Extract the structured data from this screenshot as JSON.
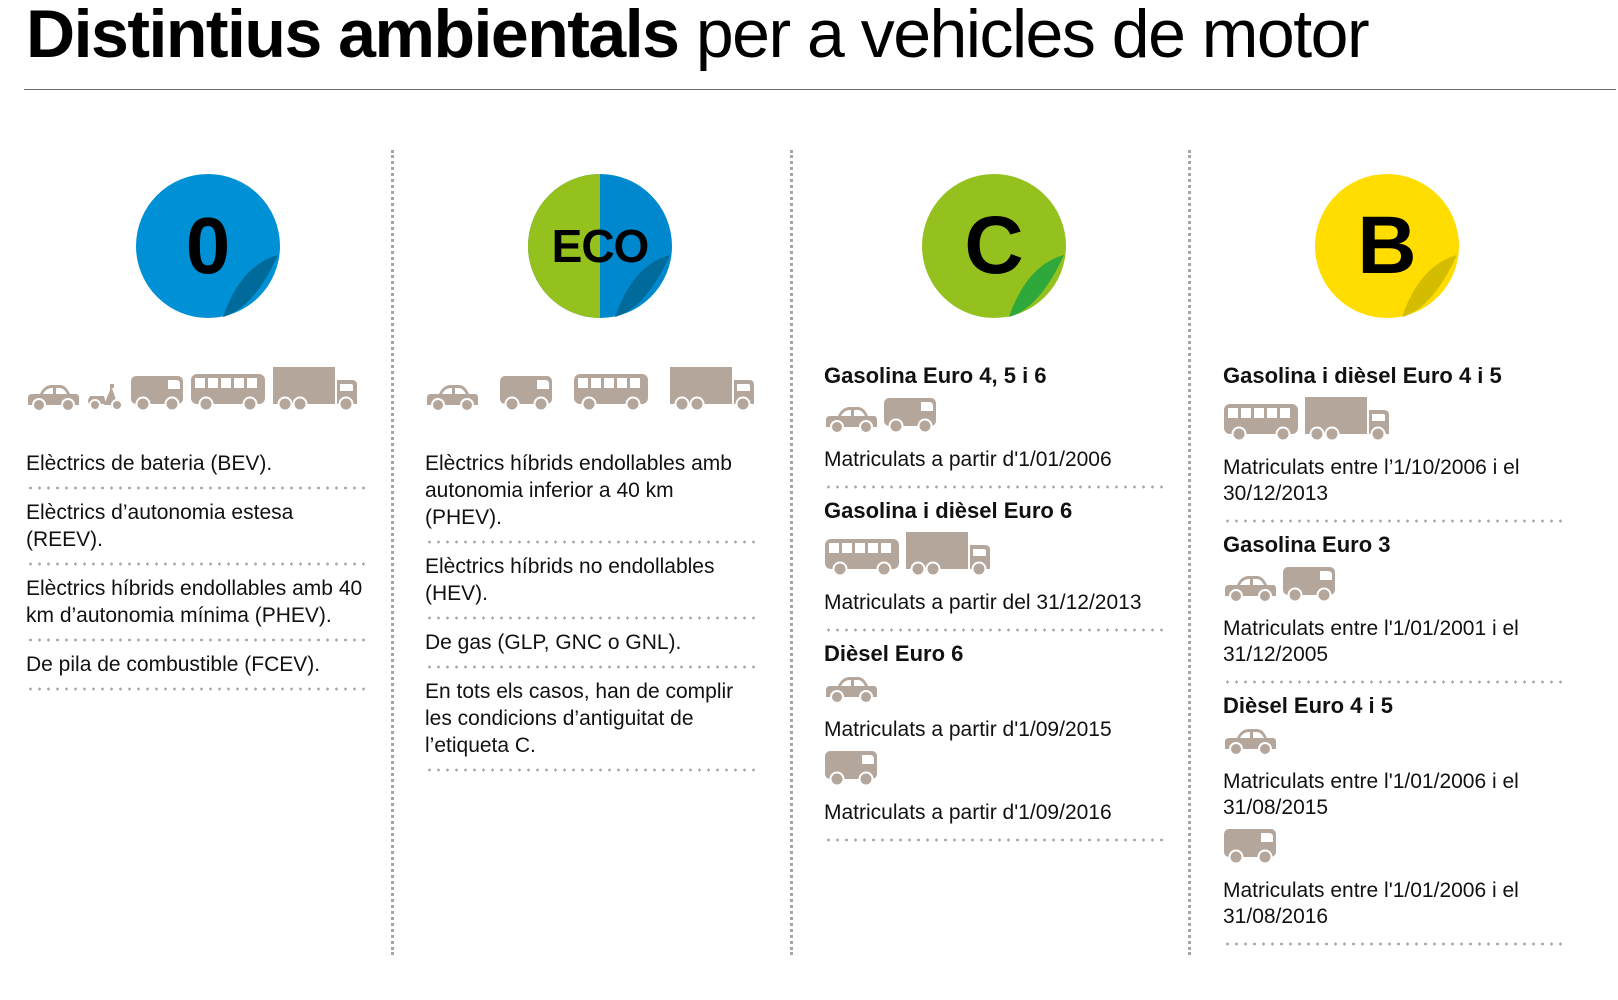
{
  "header": {
    "title_bold": "Distintius ambientals",
    "title_light": " per a vehicles de motor"
  },
  "colors": {
    "blue": "#0090d5",
    "blue_fold": "#006a9a",
    "green": "#95c11f",
    "green_fold": "#2fa83b",
    "yellow": "#ffdd00",
    "yellow_fold": "#d4bd00",
    "vehicle": "#b5a69b"
  },
  "badges": [
    {
      "label": "0",
      "vehicles": [
        "car",
        "scooter",
        "van",
        "bus",
        "truck"
      ],
      "items": [
        "Elèctrics de bateria (BEV).",
        "Elèctrics d’autonomia estesa (REEV).",
        "Elèctrics híbrids endollables amb 40 km d’autonomia mínima (PHEV).",
        "De pila de combustible (FCEV)."
      ]
    },
    {
      "label": "ECO",
      "vehicles": [
        "car",
        "van",
        "bus",
        "truck"
      ],
      "items": [
        "Elèctrics híbrids endollables amb autonomia inferior a 40 km (PHEV).",
        "Elèctrics híbrids no endollables (HEV).",
        "De gas (GLP, GNC o GNL).",
        "En tots els casos, han de complir les condicions d’antiguitat de l’etiqueta C."
      ]
    },
    {
      "label": "C",
      "groups": [
        {
          "title": "Gasolina Euro 4, 5 i 6",
          "entries": [
            {
              "vehicles": [
                "car",
                "van"
              ],
              "date": "Matriculats a partir d'1/01/2006"
            }
          ]
        },
        {
          "title": "Gasolina i dièsel Euro 6",
          "entries": [
            {
              "vehicles": [
                "bus",
                "truck"
              ],
              "date": "Matriculats a partir del 31/12/2013"
            }
          ]
        },
        {
          "title": "Dièsel Euro 6",
          "entries": [
            {
              "vehicles": [
                "car"
              ],
              "date": "Matriculats a partir d'1/09/2015"
            },
            {
              "vehicles": [
                "van"
              ],
              "date": "Matriculats a partir d'1/09/2016"
            }
          ]
        }
      ]
    },
    {
      "label": "B",
      "groups": [
        {
          "title": "Gasolina i dièsel Euro 4 i 5",
          "entries": [
            {
              "vehicles": [
                "bus",
                "truck"
              ],
              "date": "Matriculats entre l’1/10/2006 i el 30/12/2013"
            }
          ]
        },
        {
          "title": "Gasolina Euro 3",
          "entries": [
            {
              "vehicles": [
                "car",
                "van"
              ],
              "date": "Matriculats entre l'1/01/2001 i el 31/12/2005"
            }
          ]
        },
        {
          "title": "Dièsel Euro 4 i 5",
          "entries": [
            {
              "vehicles": [
                "car"
              ],
              "date": "Matriculats entre l'1/01/2006 i el 31/08/2015"
            },
            {
              "vehicles": [
                "van"
              ],
              "date": "Matriculats entre l'1/01/2006 i el 31/08/2016"
            }
          ]
        }
      ]
    }
  ]
}
